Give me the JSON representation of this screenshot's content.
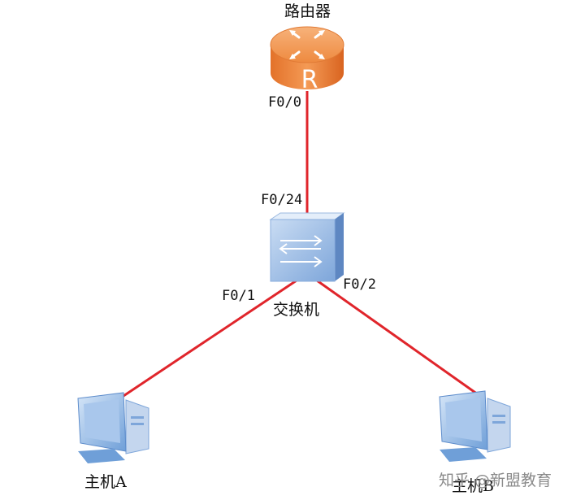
{
  "devices": {
    "router": {
      "label": "路由器"
    },
    "switch": {
      "label": "交换机"
    },
    "host_a": {
      "label": "主机A"
    },
    "host_b": {
      "label": "主机B"
    }
  },
  "ports": {
    "router_f0_0": "F0/0",
    "switch_f0_24": "F0/24",
    "switch_f0_1": "F0/1",
    "switch_f0_2": "F0/2"
  },
  "router_icon_letter": "R",
  "watermark": "知乎 @新盟教育",
  "colors": {
    "link": "#e0252b",
    "router_orange": "#f08a3c",
    "switch_blue": "#7ea6da",
    "host_blue": "#6f9fd8"
  }
}
